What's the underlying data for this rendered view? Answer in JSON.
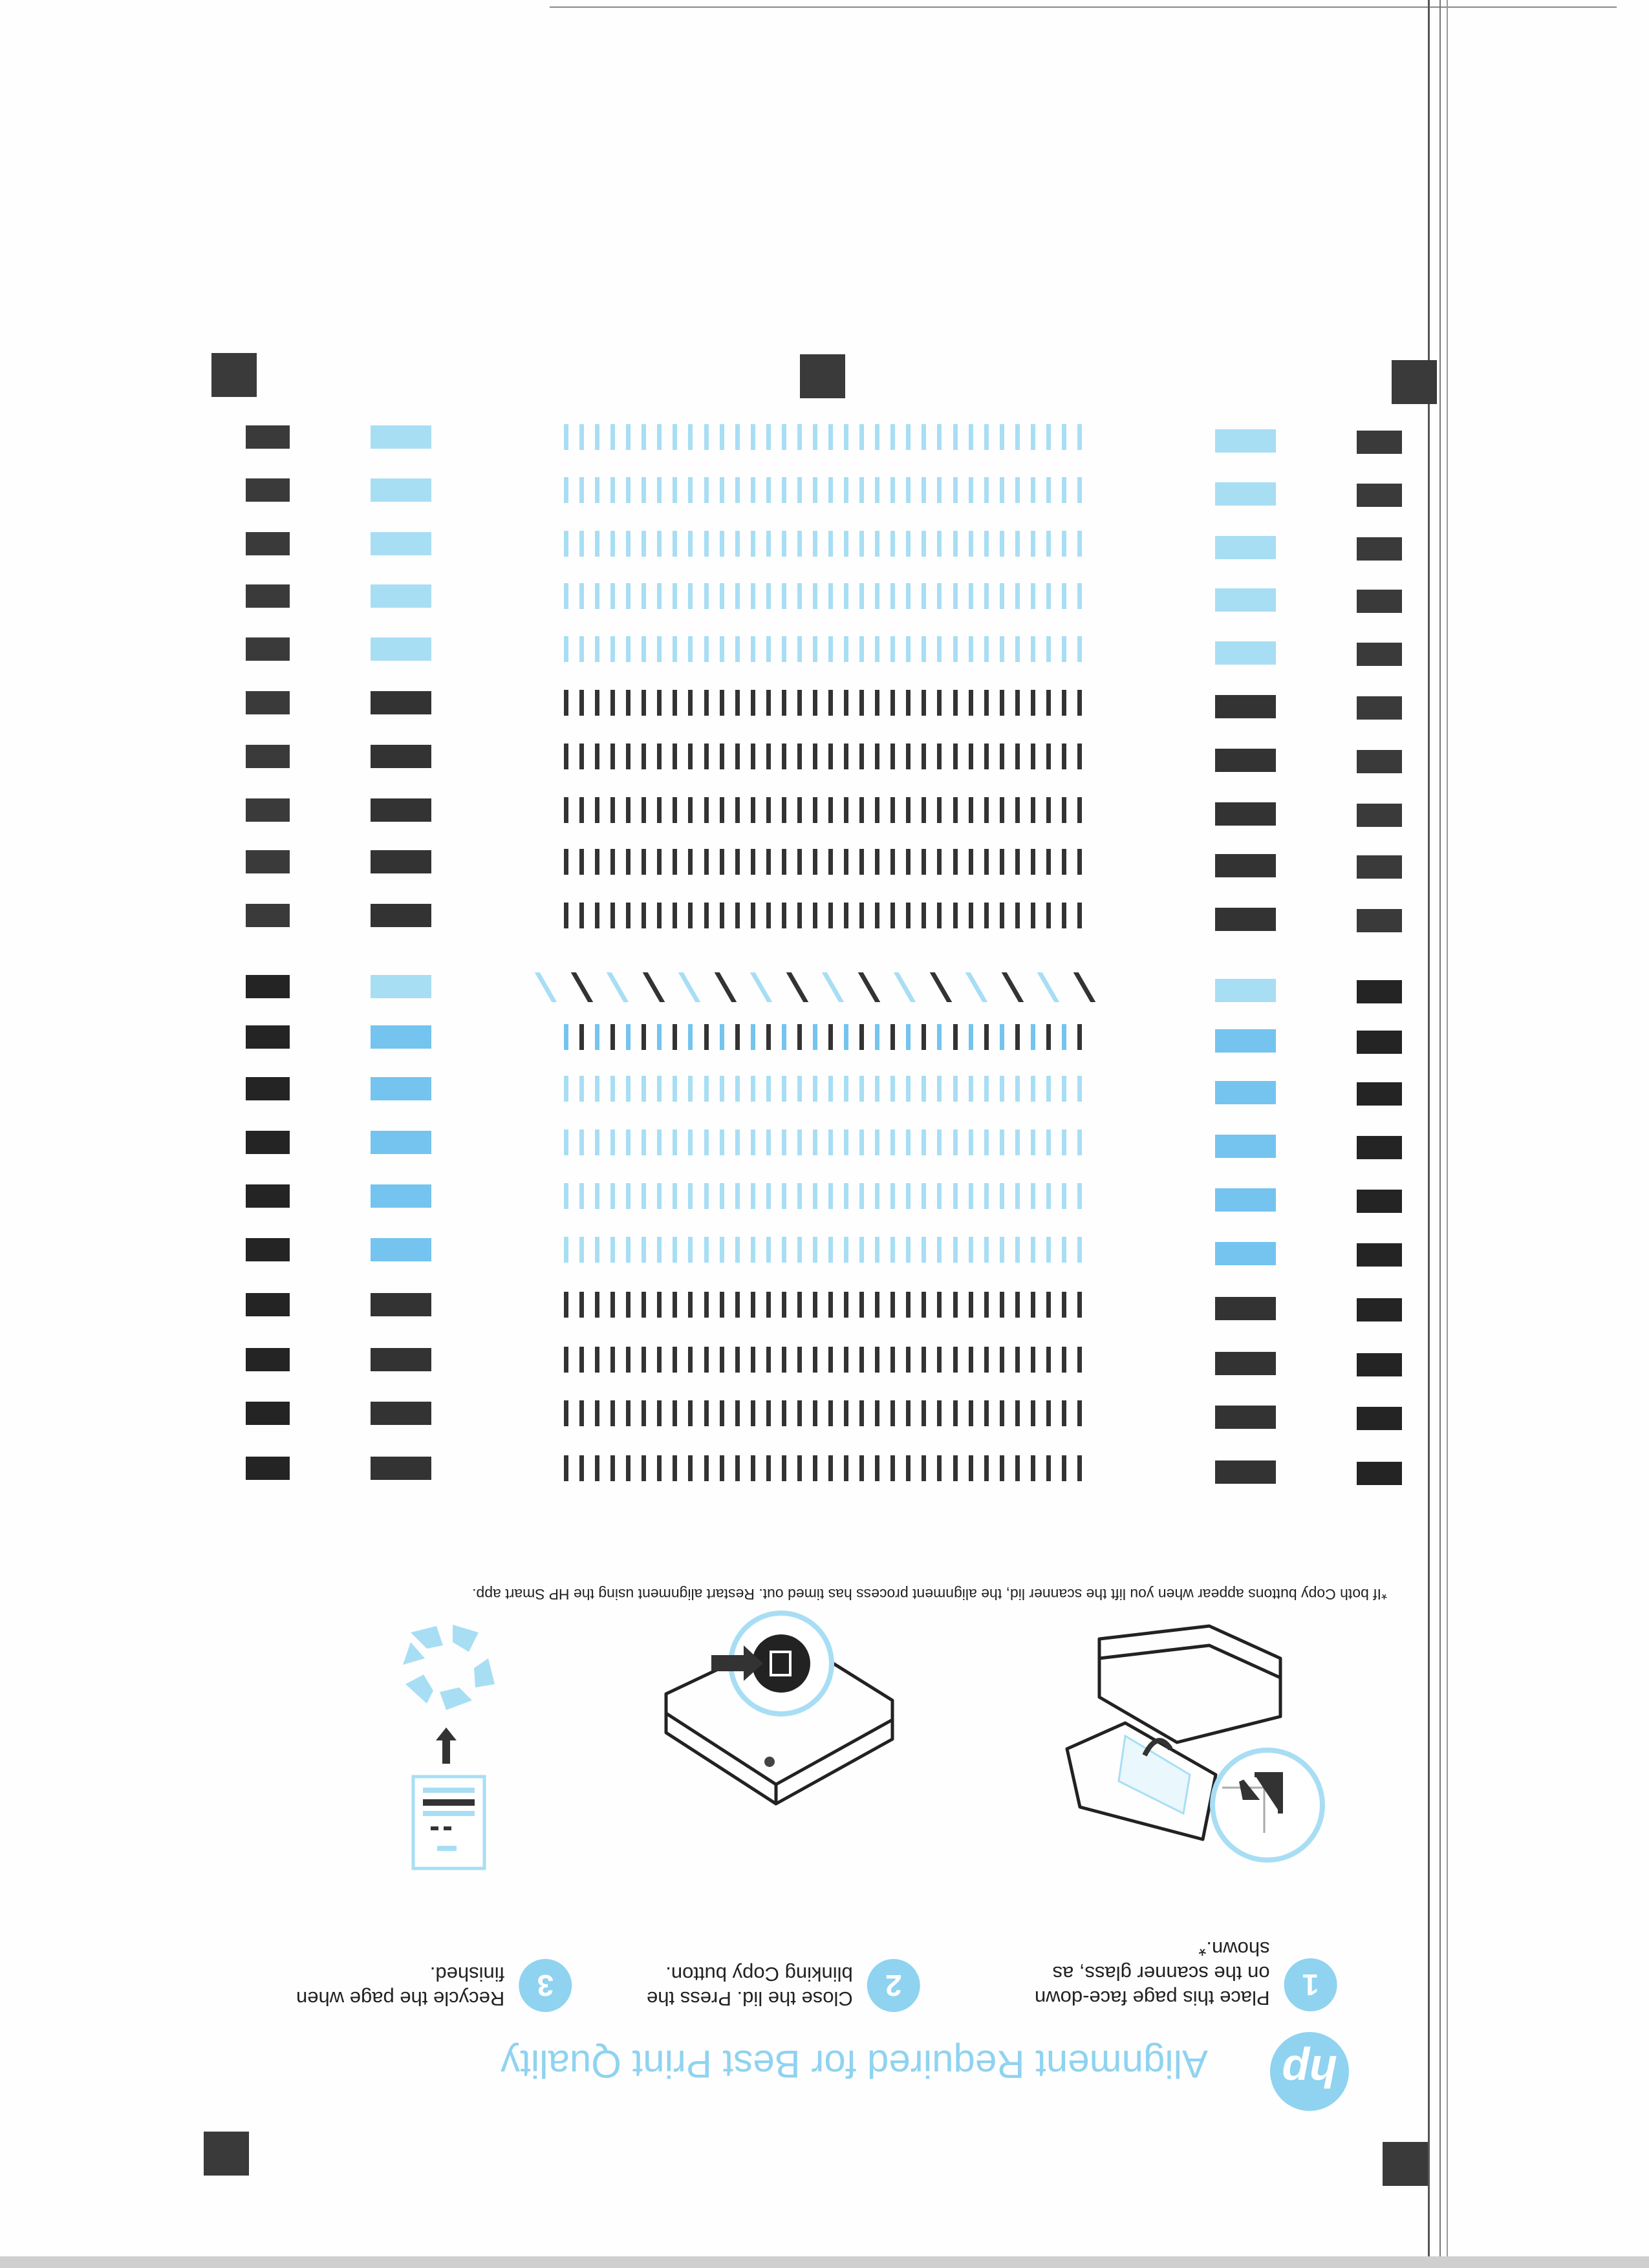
{
  "header": {
    "title": "Alignment Required for Best Print Quality",
    "logo_text": "hp"
  },
  "steps": [
    {
      "number": "1",
      "text": "Place this page face-down\non the scanner glass, as\nshown.*"
    },
    {
      "number": "2",
      "text": "Close the lid. Press the\nblinking Copy button."
    },
    {
      "number": "3",
      "text": "Recycle the page when\nfinished."
    }
  ],
  "footnote": "*If both Copy buttons appear when you lift the scanner lid, the alignment process has timed out. Restart alignment using the HP Smart app.",
  "orientation": "upside-down",
  "illustrations": [
    "printer-scanner-placement-icon",
    "copy-button-press-icon",
    "recycle-icon"
  ],
  "colors": {
    "cyan": "#a8def4",
    "blue": "#74c4ef",
    "black": "#333333",
    "accent": "#8fd3f0"
  },
  "pattern": {
    "ticks_per_row": 34,
    "diagonals_per_row": 16,
    "upper": {
      "bars": [
        "cyan",
        "cyan",
        "cyan",
        "cyan",
        "cyan",
        "black",
        "black",
        "black",
        "black",
        "black"
      ],
      "rows": [
        "cyan",
        "cyan",
        "cyan",
        "cyan",
        "cyan",
        "black",
        "black",
        "black",
        "black",
        "black"
      ]
    },
    "lower": {
      "bars": [
        "cyan",
        "blue",
        "blue",
        "blue",
        "blue",
        "blue",
        "black",
        "black",
        "black",
        "black"
      ],
      "rows": [
        "diagonal-alternating",
        "alternating",
        "cyan",
        "cyan",
        "cyan",
        "cyan",
        "black",
        "black",
        "black",
        "black"
      ]
    }
  }
}
